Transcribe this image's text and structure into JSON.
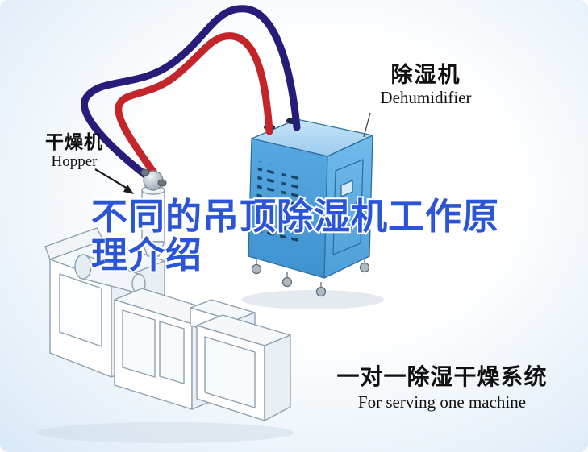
{
  "title": {
    "line1": "不同的吊顶除湿机工作原",
    "line2": "理介绍"
  },
  "labels": {
    "dehumidifier": {
      "cn": "除湿机",
      "en": "Dehumidifier"
    },
    "hopper": {
      "cn": "干燥机",
      "en": "Hopper"
    },
    "system": {
      "cn": "一对一除湿干燥系统",
      "en": "For serving one machine"
    }
  },
  "diagram": {
    "components": [
      {
        "name": "dehumidifier-unit",
        "label": "除湿机"
      },
      {
        "name": "hopper-dryer",
        "label": "干燥机"
      },
      {
        "name": "processing-machine",
        "label": ""
      }
    ],
    "hoses": [
      {
        "name": "return-hose",
        "color_key": "pipe_navy"
      },
      {
        "name": "supply-hose",
        "color_key": "pipe_red"
      }
    ]
  },
  "colors": {
    "pipe_red": "#c4252b",
    "pipe_navy": "#261c7a",
    "title_blue": "#2b55d8",
    "dehumidifier_blue": "#4fa3dd",
    "background_tint": "#d9e9f7"
  }
}
